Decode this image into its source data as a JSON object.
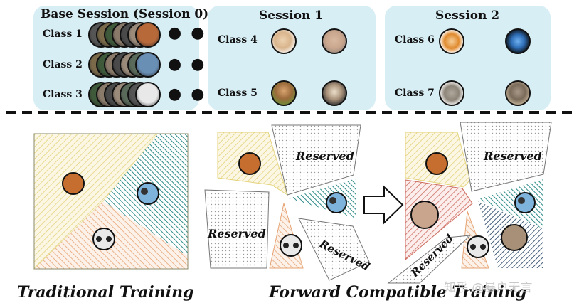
{
  "sessions": {
    "base": {
      "title": "Base Session (Session 0)",
      "classes": [
        {
          "label": "Class 1",
          "color": "#b8693a"
        },
        {
          "label": "Class 2",
          "color": "#6a8fb5"
        },
        {
          "label": "Class 3",
          "color": "#e8e8e8"
        }
      ],
      "more": "● ●"
    },
    "session1": {
      "title": "Session 1",
      "classes": [
        {
          "label": "Class 4",
          "colors": [
            "#d9b48c",
            "#c8a58c"
          ]
        },
        {
          "label": "Class 5",
          "colors": [
            "#9c6b3b",
            "#a89078"
          ]
        }
      ]
    },
    "session2": {
      "title": "Session 2",
      "classes": [
        {
          "label": "Class 6",
          "colors": [
            "#e08a2e",
            "#2f6fb8"
          ]
        },
        {
          "label": "Class 7",
          "colors": [
            "#8d8478",
            "#7a6a5a"
          ]
        }
      ]
    }
  },
  "diagram": {
    "reserved": [
      "Reserved",
      "Reserved",
      "Reserved",
      "Reserved",
      "Reserved"
    ],
    "captions": {
      "traditional": "Traditional Training",
      "forward": "Forward Compatible Training"
    },
    "watermark": "知乎 @暴户无言",
    "colors": {
      "yellow": "#e3d27a",
      "teal": "#2f8c8a",
      "orange": "#e5a272",
      "red": "#cc6b5e",
      "navy": "#2d4a6b",
      "panel": "#d8eef5"
    }
  }
}
